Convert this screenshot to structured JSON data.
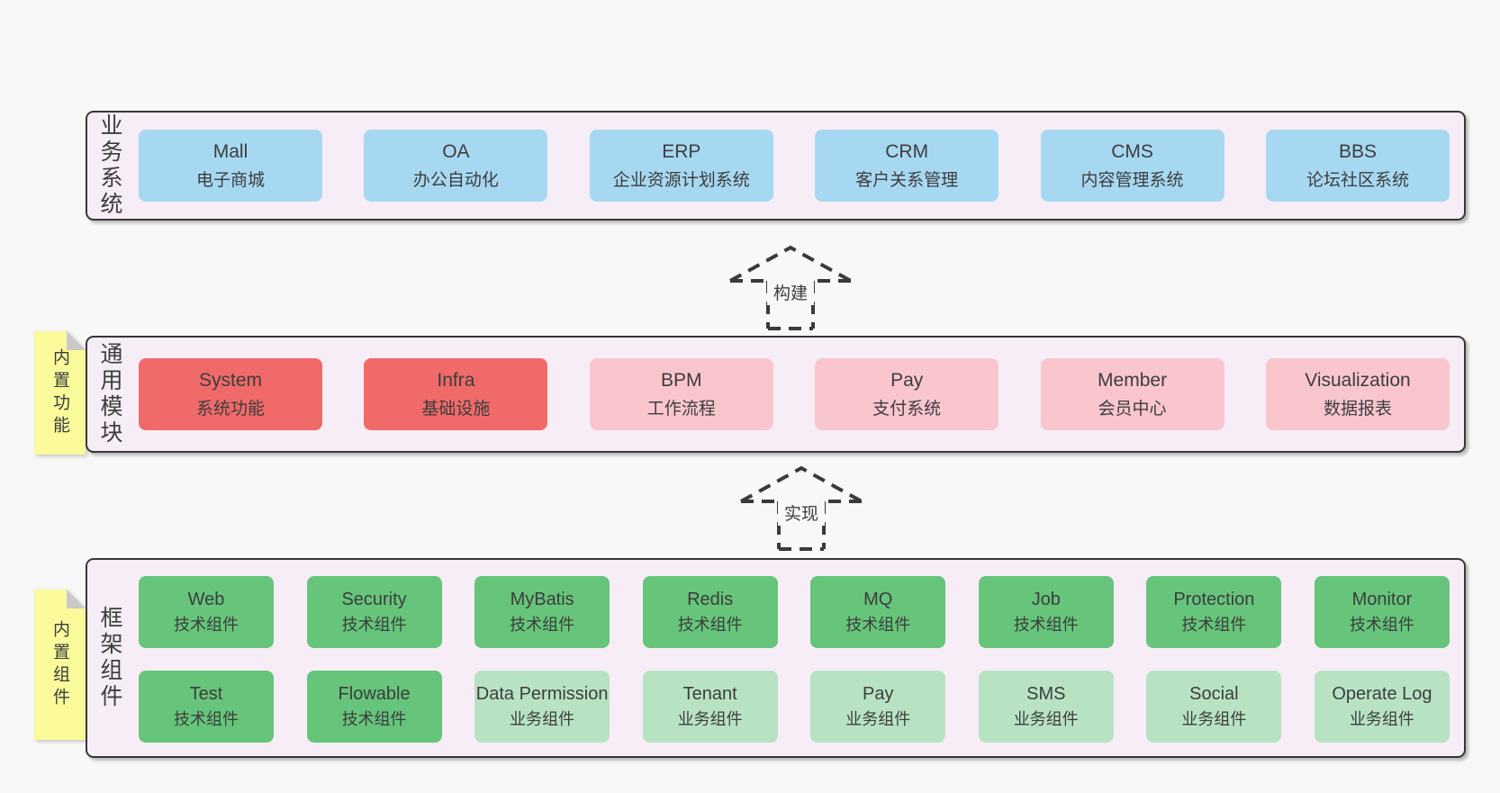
{
  "colors": {
    "page_bg": "#f8f8f8",
    "container_bg": "#f7edf6",
    "container_border": "#373737",
    "box_blue": "#a7d8f2",
    "box_red": "#f06a6a",
    "box_pink": "#fac6ce",
    "box_green": "#66c57b",
    "box_green_light": "#b8e3c3",
    "note_yellow": "#fafa9b",
    "note_fold_gray": "#c9c9c9",
    "text": "#3d3d3d"
  },
  "sections": {
    "business": {
      "label": "业务系统",
      "boxes": [
        {
          "name": "Mall",
          "desc": "电子商城"
        },
        {
          "name": "OA",
          "desc": "办公自动化"
        },
        {
          "name": "ERP",
          "desc": "企业资源计划系统"
        },
        {
          "name": "CRM",
          "desc": "客户关系管理"
        },
        {
          "name": "CMS",
          "desc": "内容管理系统"
        },
        {
          "name": "BBS",
          "desc": "论坛社区系统"
        }
      ]
    },
    "modules": {
      "label": "通用模块",
      "note": "内置功能",
      "boxes": [
        {
          "name": "System",
          "desc": "系统功能",
          "variant": "red"
        },
        {
          "name": "Infra",
          "desc": "基础设施",
          "variant": "red"
        },
        {
          "name": "BPM",
          "desc": "工作流程",
          "variant": "pink"
        },
        {
          "name": "Pay",
          "desc": "支付系统",
          "variant": "pink"
        },
        {
          "name": "Member",
          "desc": "会员中心",
          "variant": "pink"
        },
        {
          "name": "Visualization",
          "desc": "数据报表",
          "variant": "pink"
        }
      ]
    },
    "components": {
      "label": "框架组件",
      "note": "内置组件",
      "rows": [
        [
          {
            "name": "Web",
            "desc": "技术组件",
            "variant": "green"
          },
          {
            "name": "Security",
            "desc": "技术组件",
            "variant": "green"
          },
          {
            "name": "MyBatis",
            "desc": "技术组件",
            "variant": "green"
          },
          {
            "name": "Redis",
            "desc": "技术组件",
            "variant": "green"
          },
          {
            "name": "MQ",
            "desc": "技术组件",
            "variant": "green"
          },
          {
            "name": "Job",
            "desc": "技术组件",
            "variant": "green"
          },
          {
            "name": "Protection",
            "desc": "技术组件",
            "variant": "green"
          },
          {
            "name": "Monitor",
            "desc": "技术组件",
            "variant": "green"
          }
        ],
        [
          {
            "name": "Test",
            "desc": "技术组件",
            "variant": "green"
          },
          {
            "name": "Flowable",
            "desc": "技术组件",
            "variant": "green"
          },
          {
            "name": "Data Permission",
            "desc": "业务组件",
            "variant": "green-light"
          },
          {
            "name": "Tenant",
            "desc": "业务组件",
            "variant": "green-light"
          },
          {
            "name": "Pay",
            "desc": "业务组件",
            "variant": "green-light"
          },
          {
            "name": "SMS",
            "desc": "业务组件",
            "variant": "green-light"
          },
          {
            "name": "Social",
            "desc": "业务组件",
            "variant": "green-light"
          },
          {
            "name": "Operate Log",
            "desc": "业务组件",
            "variant": "green-light"
          }
        ]
      ]
    }
  },
  "arrows": [
    {
      "label": "构建"
    },
    {
      "label": "实现"
    }
  ]
}
